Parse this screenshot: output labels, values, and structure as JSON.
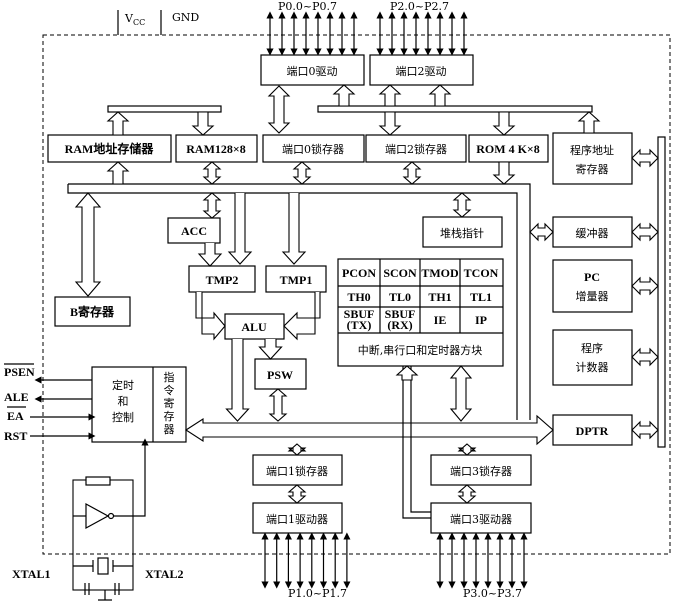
{
  "title": "8051 单片机内部结构框图",
  "power": {
    "vcc": "V",
    "vcc_sub": "CC",
    "gnd": "GND"
  },
  "ports": {
    "p0": "P0.0~P0.7",
    "p2": "P2.0~P2.7",
    "p1": "P1.0~P1.7",
    "p3": "P3.0~P3.7"
  },
  "blocks": {
    "port0_driver": "端口0驱动",
    "port2_driver": "端口2驱动",
    "ram_addr_reg": "RAM地址存储器",
    "ram": "RAM128×8",
    "port0_latch": "端口0锁存器",
    "port2_latch": "端口2锁存器",
    "rom": "ROM 4 K×8",
    "prog_addr_reg_1": "程序地址",
    "prog_addr_reg_2": "寄存器",
    "acc": "ACC",
    "tmp2": "TMP2",
    "tmp1": "TMP1",
    "alu": "ALU",
    "psw": "PSW",
    "b_reg": "B寄存器",
    "stack_pointer": "堆栈指针",
    "buffer": "缓冲器",
    "pc_inc_1": "PC",
    "pc_inc_2": "增量器",
    "pc_1": "程序",
    "pc_2": "计数器",
    "dptr": "DPTR",
    "timing_1": "定时",
    "timing_2": "和",
    "timing_3": "控制",
    "instr_reg": [
      "指",
      "令",
      "寄",
      "存",
      "器"
    ],
    "port1_latch": "端口1锁存器",
    "port1_driver": "端口1驱动器",
    "port3_latch": "端口3锁存器",
    "port3_driver": "端口3驱动器"
  },
  "sfr_table": {
    "rows": [
      [
        "PCON",
        "SCON",
        "TMOD",
        "TCON"
      ],
      [
        "TH0",
        "TL0",
        "TH1",
        "TL1"
      ],
      [
        "SBUF\n(TX)",
        "SBUF\n(RX)",
        "IE",
        "IP"
      ]
    ],
    "sbuf_tx_1": "SBUF",
    "sbuf_tx_2": "(TX)",
    "sbuf_rx_1": "SBUF",
    "sbuf_rx_2": "(RX)",
    "footer": "中断,串行口和定时器方块"
  },
  "signals": {
    "psen": "PSEN",
    "ale": "ALE",
    "ea": "EA",
    "rst": "RST",
    "xtal1": "XTAL1",
    "xtal2": "XTAL2"
  }
}
